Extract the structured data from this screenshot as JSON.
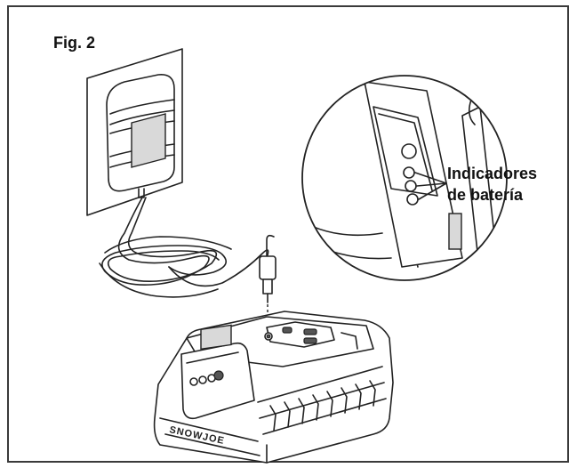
{
  "figure": {
    "label": "Fig. 2"
  },
  "callout": {
    "line1": "Indicadores",
    "line2": "de batería"
  },
  "logo": {
    "text": "SNOWJOE"
  },
  "colors": {
    "frame": "#3a3a3a",
    "ink": "#222222",
    "background": "#ffffff"
  }
}
